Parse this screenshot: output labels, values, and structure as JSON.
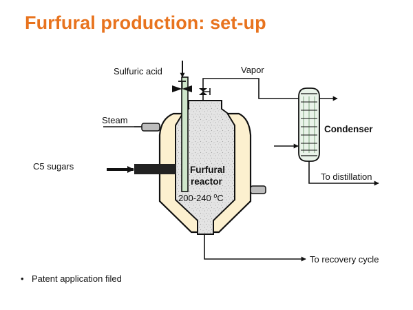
{
  "slide": {
    "title": "Furfural production: set-up",
    "accent_color": "#E8731E"
  },
  "diagram": {
    "labels": {
      "sulfuric_acid": "Sulfuric acid",
      "vapor": "Vapor",
      "steam": "Steam",
      "c5_sugars": "C5 sugars",
      "reactor_line1": "Furfural",
      "reactor_line2": "reactor",
      "temperature_prefix": "200-240 ",
      "temperature_degree": "o",
      "temperature_unit": "C",
      "condenser": "Condenser",
      "to_distillation": "To distillation",
      "to_recovery_cycle": "To recovery cycle"
    },
    "colors": {
      "jacket_fill": "#FCF0CF",
      "reactor_fill": "#E4E4E4",
      "acid_pipe": "#CFE6CB",
      "condenser_fill": "#E9F3E9",
      "stroke": "#111111",
      "feed_inlet": "#222222",
      "port_gray": "#BDBDBD"
    }
  },
  "bullets": [
    {
      "marker": "•",
      "text": "Patent application filed"
    }
  ]
}
